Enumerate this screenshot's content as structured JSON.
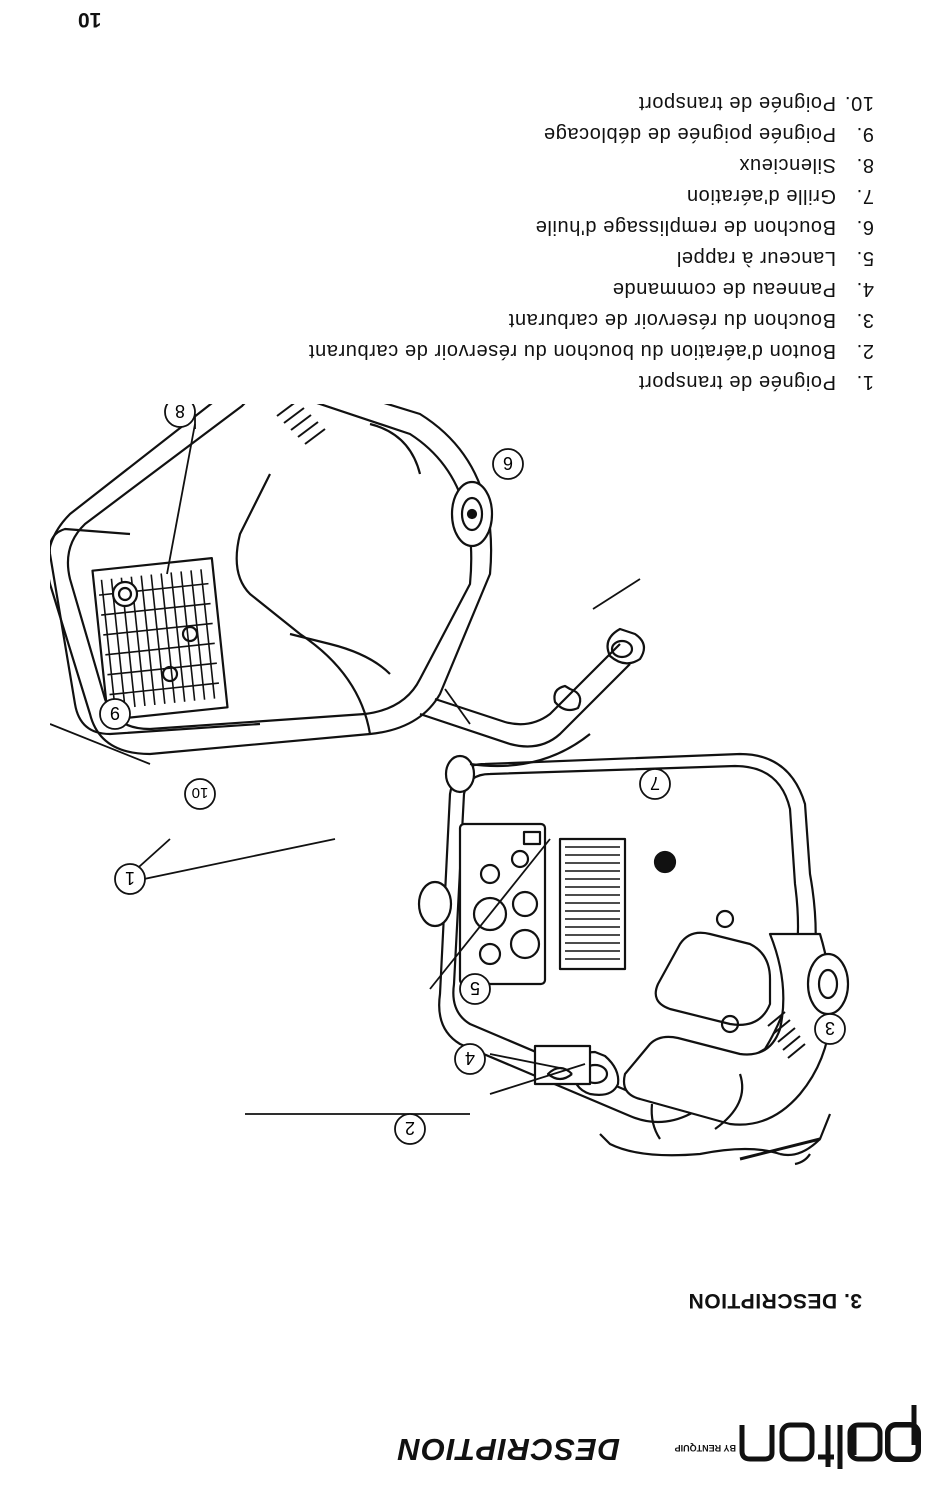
{
  "header": {
    "brand_word": "pal-ton",
    "brand_sub": "BY RENTQUIP",
    "title": "DESCRIPTION"
  },
  "section": {
    "title": "3. DESCRIPTION"
  },
  "callouts": {
    "c1": "1",
    "c2": "2",
    "c3": "3",
    "c4": "4",
    "c5": "5",
    "c6": "6",
    "c7": "7",
    "c8": "8",
    "c9": "9",
    "c10": "10"
  },
  "legend": [
    {
      "num": "1.",
      "label": "Poignée de transport"
    },
    {
      "num": "2.",
      "label": "Bouton d'aération du bouchon du réservoir de carburant"
    },
    {
      "num": "3.",
      "label": "Bouchon du réservoir de carburant"
    },
    {
      "num": "4.",
      "label": "Panneau de commande"
    },
    {
      "num": "5.",
      "label": "Lanceur à rappel"
    },
    {
      "num": "6.",
      "label": "Bouchon de remplissage d'huile"
    },
    {
      "num": "7.",
      "label": "Grille d'aération"
    },
    {
      "num": "8.",
      "label": "Silencieux"
    },
    {
      "num": "9.",
      "label": "Poignée poignée de déblocage"
    },
    {
      "num": "10.",
      "label": "Poignée de transport"
    }
  ],
  "page_number": "10"
}
